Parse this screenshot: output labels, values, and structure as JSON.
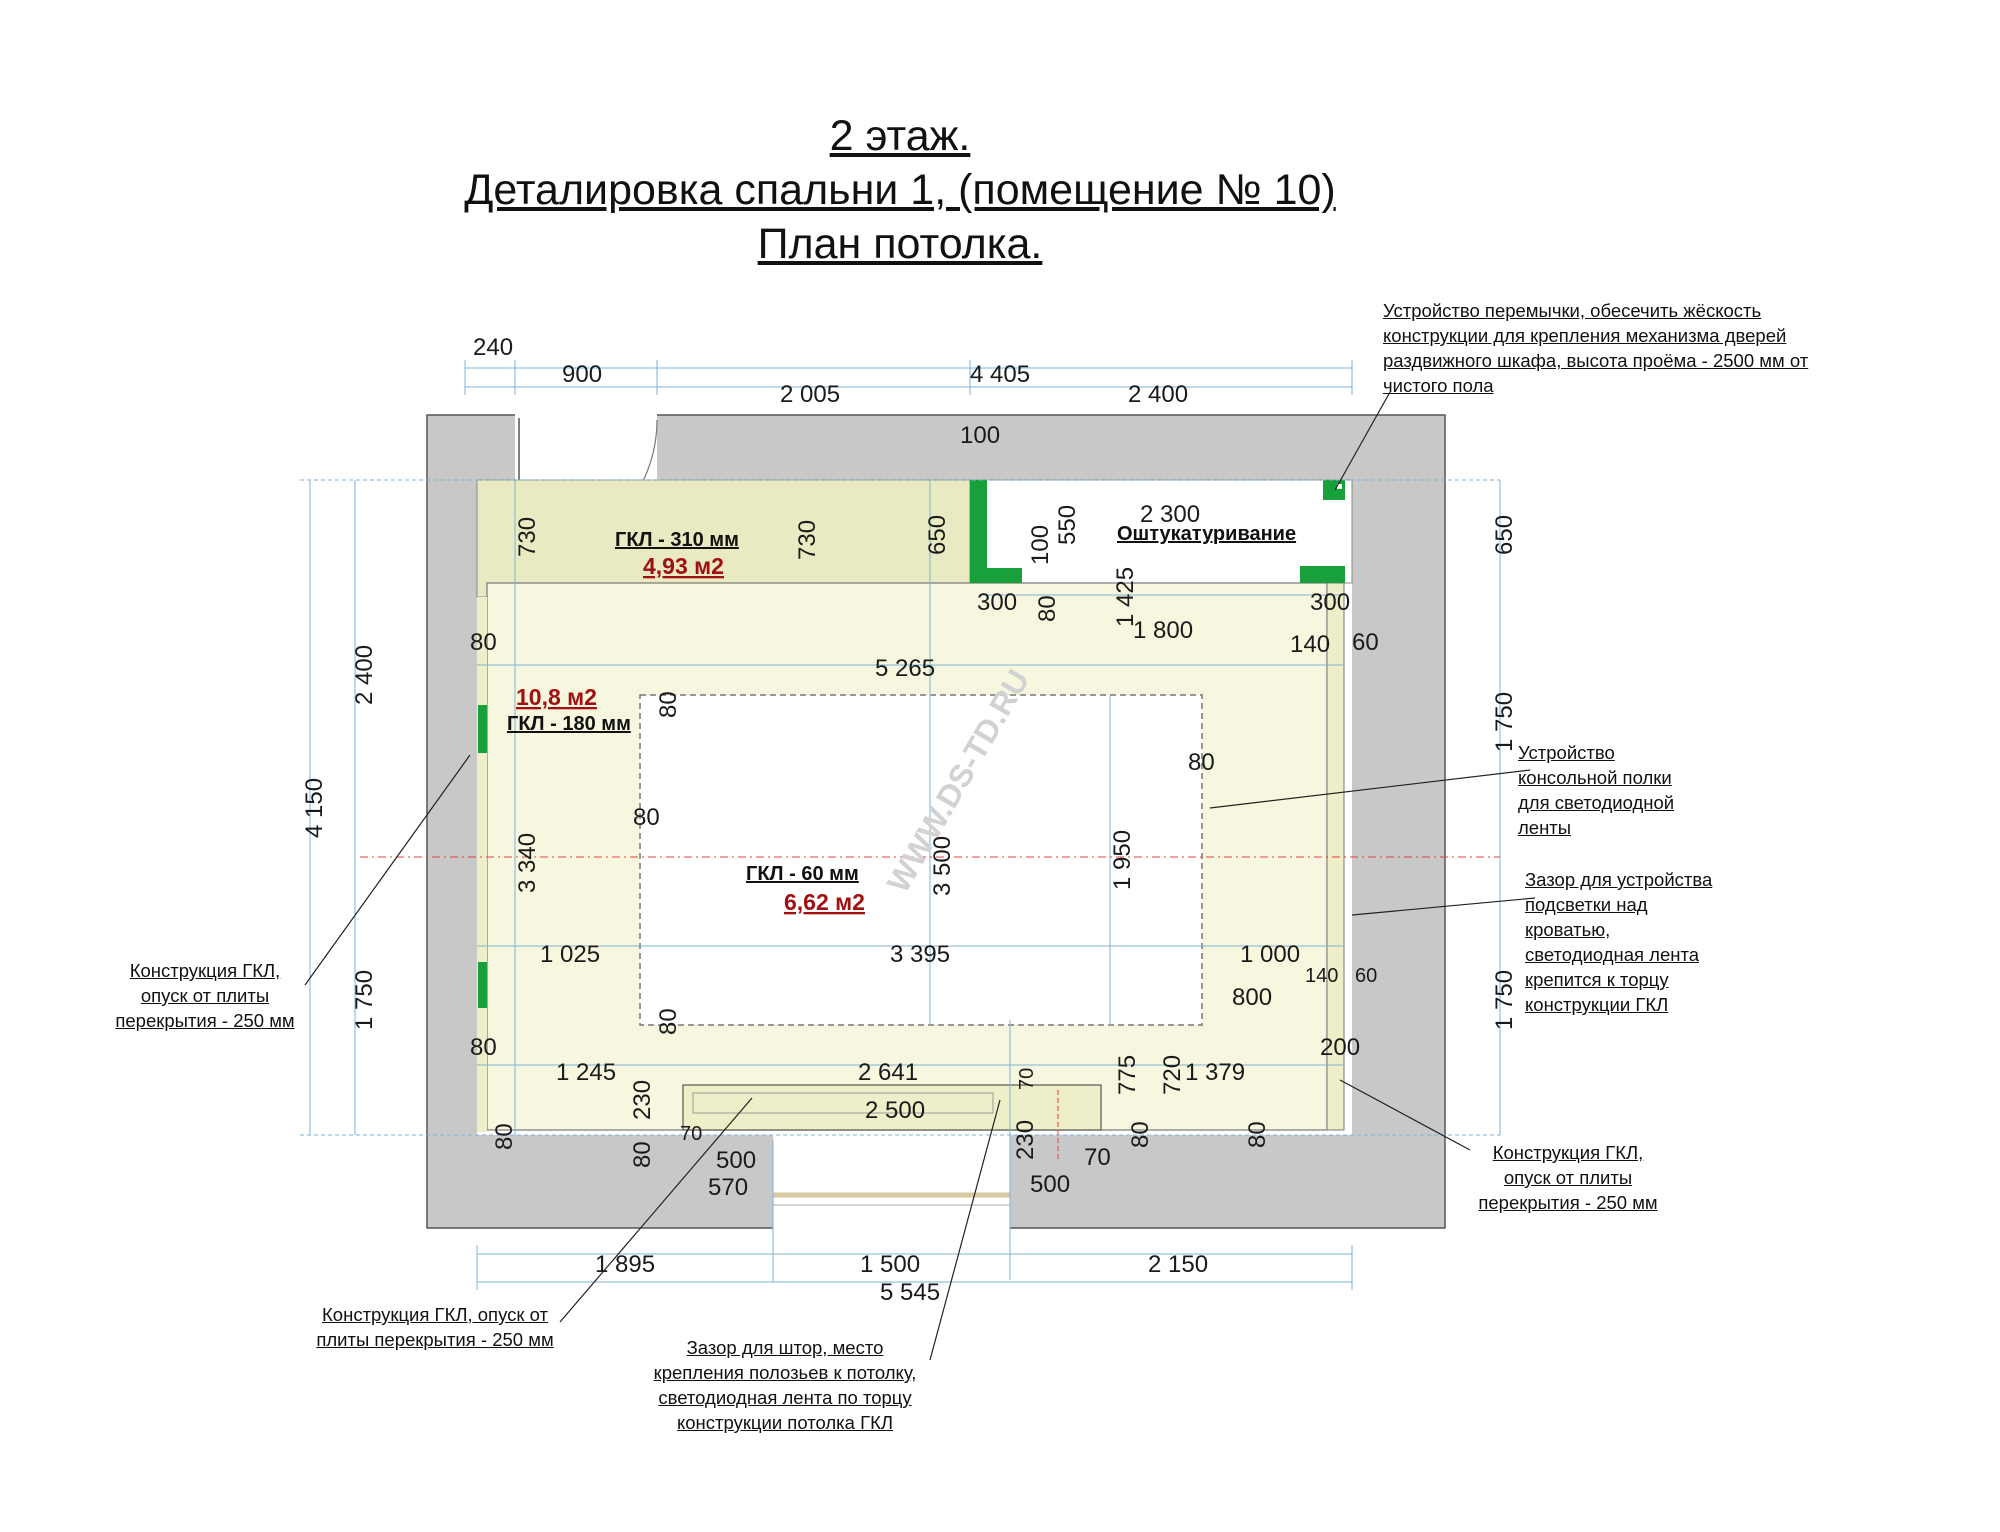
{
  "title": {
    "line1": "2 этаж.",
    "line2": "Деталировка  спальни 1, (помещение  № 10)",
    "line3": "План  потолка."
  },
  "watermark": "WWW.DS-TD.RU",
  "zones": {
    "upper": {
      "label": "ГКЛ - 310 мм",
      "area": "4,93 м2"
    },
    "middle": {
      "label": "ГКЛ - 180 мм",
      "area": "10,8 м2"
    },
    "center": {
      "label": "ГКЛ - 60 мм",
      "area": "6,62 м2"
    },
    "closet": {
      "label": "Оштукатуривание"
    }
  },
  "dimensions": {
    "top": [
      "240",
      "900",
      "4 405",
      "2 005",
      "2 400",
      "100"
    ],
    "bottom": [
      "1 895",
      "1 500",
      "2 150",
      "5 545"
    ],
    "left": [
      "2 400",
      "4 150",
      "1 750",
      "730",
      "3 340"
    ],
    "right": [
      "650",
      "1 750",
      "1 750"
    ],
    "interior": [
      "730",
      "650",
      "550",
      "100",
      "2 300",
      "300",
      "80",
      "1 425",
      "300",
      "1 800",
      "140",
      "60",
      "5 265",
      "80",
      "80",
      "80",
      "80",
      "3 500",
      "1 950",
      "1 025",
      "3 395",
      "1 000",
      "140",
      "60",
      "800",
      "80",
      "80",
      "1 245",
      "2 641",
      "70",
      "775",
      "720",
      "1 379",
      "200",
      "230",
      "2 500",
      "230",
      "80",
      "70",
      "80",
      "500",
      "570",
      "70",
      "500",
      "80",
      "80"
    ]
  },
  "notes": {
    "jumper": "Устройство перемычки,   обесечить жёскость\nконструкции для  крепления механизма дверей\nраздвижного шкафа, высота проёма - 2500 мм от\nчистого пола",
    "shelf": "Устройство\nконсольной полки\nдля светодиодной\nленты",
    "gap_bed": "Зазор для устройства\nподсветки над\nкроватью,\nсветодиодная лента\nкрепится к торцу\nконструкции ГКЛ",
    "gkl_right": "Конструкция ГКЛ,\nопуск от плиты\nперекрытия - 250 мм",
    "gkl_left": "Конструкция ГКЛ,\nопуск от плиты\nперекрытия - 250 мм",
    "gkl_bottom": "Конструкция ГКЛ, опуск от\nплиты перекрытия - 250 мм",
    "curtains": "Зазор для штор, место\nкрепления полозьев к потолку,\nсветодиодная лента по торцу\nконструкции потолка ГКЛ"
  },
  "colors": {
    "wall": "#c8c8c8",
    "upper_zone": "#eaeac2",
    "middle_zone": "#f7f7df",
    "strip": "#eeeec8",
    "plaster": "#18a03a",
    "dimension_line": "#7fb3d8",
    "area_text": "#a01010"
  }
}
